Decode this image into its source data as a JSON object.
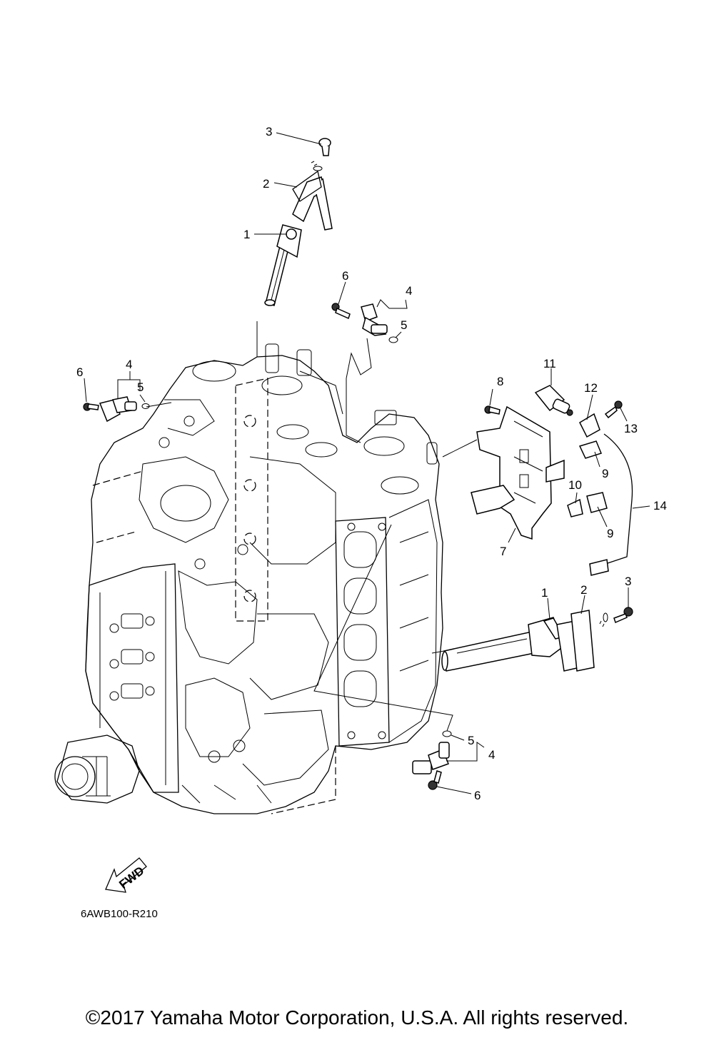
{
  "callouts": {
    "c3_top": "3",
    "c2_top": "2",
    "c1_top": "1",
    "c6_mid": "6",
    "c4_mid": "4",
    "c5_mid": "5",
    "c6_left": "6",
    "c4_left": "4",
    "c5_left": "5",
    "c8": "8",
    "c11": "11",
    "c12": "12",
    "c13": "13",
    "c9_a": "9",
    "c10": "10",
    "c9_b": "9",
    "c7": "7",
    "c14": "14",
    "c1_right": "1",
    "c2_right": "2",
    "c3_right": "3",
    "c5_low": "5",
    "c4_low": "4",
    "c6_low": "6"
  },
  "fwd_label": "FWD",
  "part_ref": "6AWB100-R210",
  "copyright": "©2017 Yamaha Motor Corporation, U.S.A. All rights reserved."
}
